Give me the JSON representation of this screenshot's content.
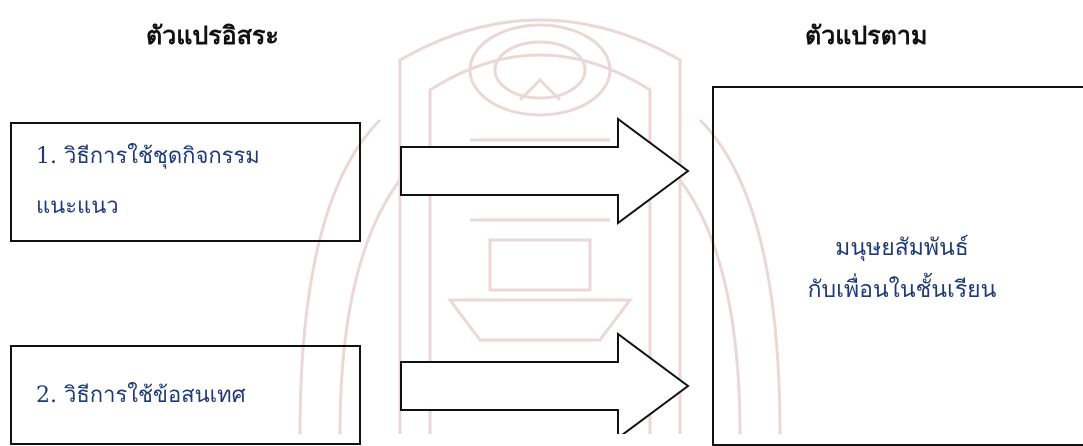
{
  "headings": {
    "independent": "ตัวแปรอิสระ",
    "dependent": "ตัวแปรตาม"
  },
  "independent_vars": [
    {
      "line1": "1. วิธีการใช้ชุดกิจกรรม",
      "line2": "แนะแนว"
    },
    {
      "line1": "2. วิธีการใช้ข้อสนเทศ"
    }
  ],
  "dependent_var": {
    "line1": "มนุษยสัมพันธ์",
    "line2": "กับเพื่อนในชั้นเรียน"
  },
  "colors": {
    "text_body": "#1f3a7a",
    "heading": "#111111",
    "border": "#111111",
    "watermark": "#ead8d8"
  }
}
